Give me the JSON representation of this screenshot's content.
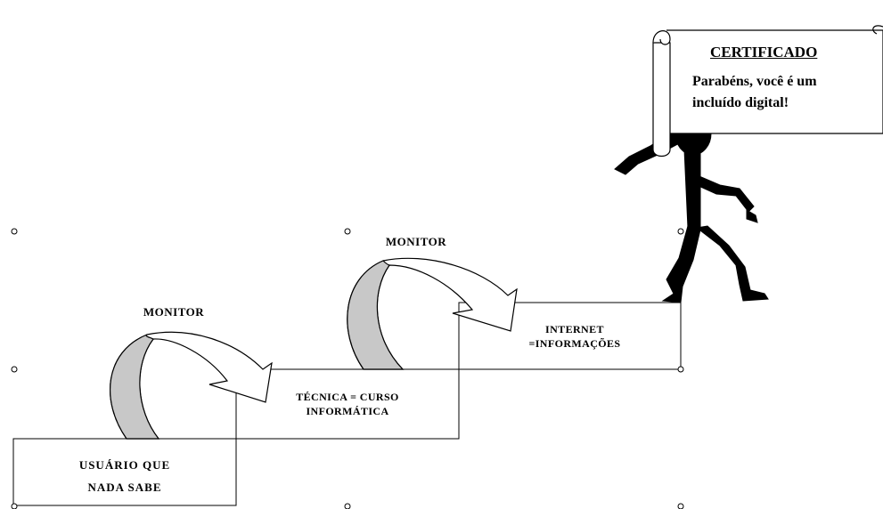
{
  "steps": [
    {
      "lines": [
        "USUÁRIO QUE",
        "NADA SABE"
      ]
    },
    {
      "lines": [
        "TÉCNICA = CURSO",
        "INFORMÁTICA"
      ]
    },
    {
      "lines": [
        "INTERNET",
        "=INFORMAÇÕES"
      ]
    }
  ],
  "monitors": [
    {
      "label": "MONITOR"
    },
    {
      "label": "MONITOR"
    }
  ],
  "certificate": {
    "title": "CERTIFICADO",
    "lines": [
      "Parabéns, você é um",
      "incluído digital!"
    ]
  },
  "icons": {
    "figure": "person-climbing-icon",
    "arrow": "curved-arrow-icon",
    "scroll": "scroll-banner-icon"
  },
  "colors": {
    "stroke": "#000000",
    "arrow_fill": "#c8c8c8",
    "background": "#ffffff"
  }
}
